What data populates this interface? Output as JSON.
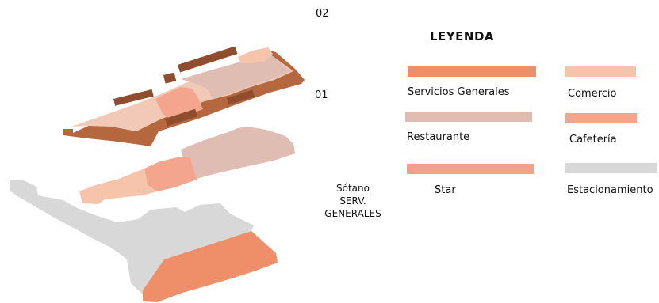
{
  "levels": {
    "upper": "02",
    "first": "01",
    "basement": [
      "Sótano",
      "SERV.",
      "GENERALES"
    ]
  },
  "legend": {
    "title": "LEYENDA",
    "items": [
      {
        "key": "servicios",
        "label": "Servicios Generales",
        "color": "#ef8f6a"
      },
      {
        "key": "comercio",
        "label": "Comercio",
        "color": "#f6c3ab"
      },
      {
        "key": "restaurante",
        "label": "Restaurante",
        "color": "#dfbdb3"
      },
      {
        "key": "cafeteria",
        "label": "Cafetería",
        "color": "#f3a58e"
      },
      {
        "key": "star",
        "label": "Star",
        "color": "#f2a28c"
      },
      {
        "key": "estacionamiento",
        "label": "Estacionamiento",
        "color": "#d9d8d8"
      }
    ]
  },
  "colors": {
    "roof_frame": "#b5673d",
    "roof_dark": "#8f4d2d",
    "roof_floor": "#f2c9b7"
  }
}
